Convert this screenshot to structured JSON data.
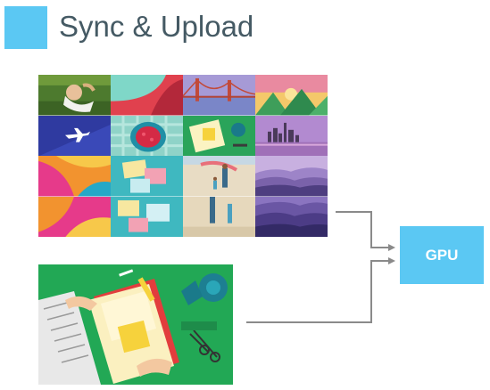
{
  "header": {
    "title": "Sync & Upload",
    "accent_color": "#5bc8f3"
  },
  "mosaic": {
    "tiles": [
      "boy-lying-in-grass-photo",
      "abstract-pink-teal-wallpaper",
      "golden-gate-bridge-photo",
      "low-poly-mountain-sunset-wallpaper",
      "airplane-on-blue-wallpaper",
      "pomegranate-bowl-photo",
      "desk-illustration-thumbnail",
      "city-skyline-at-dusk-photo",
      "colorful-fabric-photo",
      "sticky-notes-illustration-thumbnail",
      "family-on-beach-photo",
      "purple-mountain-ranges-wallpaper"
    ]
  },
  "illustration": {
    "subject": "desk-with-notebook-and-tools-illustration"
  },
  "gpu": {
    "label": "GPU",
    "color": "#5bc8f3"
  },
  "arrows": {
    "color": "#8a8a8a"
  }
}
